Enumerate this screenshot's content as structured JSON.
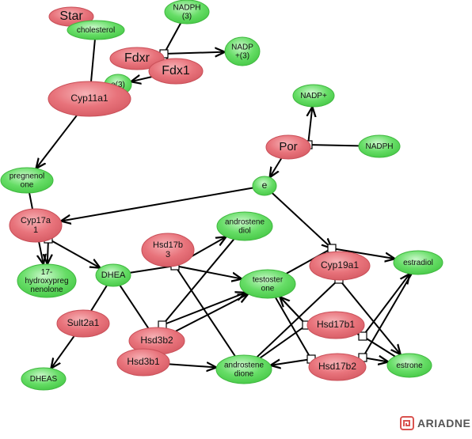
{
  "nodes": {
    "star": {
      "label": "Star",
      "kind": "protein"
    },
    "cholesterol": {
      "label": "cholesterol",
      "kind": "metabolite"
    },
    "nadph_3": {
      "label": "NADPH\n(3)",
      "kind": "metabolite"
    },
    "fdxr": {
      "label": "Fdxr",
      "kind": "protein"
    },
    "fdx1": {
      "label": "Fdx1",
      "kind": "protein"
    },
    "nadp_3": {
      "label": "NADP\n+(3)",
      "kind": "metabolite"
    },
    "e3": {
      "label": "e(3)",
      "kind": "metabolite"
    },
    "cyp11a1": {
      "label": "Cyp11a1",
      "kind": "protein"
    },
    "nadp_plus": {
      "label": "NADP+",
      "kind": "metabolite"
    },
    "por": {
      "label": "Por",
      "kind": "protein"
    },
    "nadph": {
      "label": "NADPH",
      "kind": "metabolite"
    },
    "e": {
      "label": "e",
      "kind": "metabolite"
    },
    "pregnenolone": {
      "label": "pregnenol\none",
      "kind": "metabolite"
    },
    "cyp17a1": {
      "label": "Cyp17a\n1",
      "kind": "protein"
    },
    "hydroxypregnenolone": {
      "label": "17-\nhydroxypreg\nnenolone",
      "kind": "metabolite"
    },
    "dhea": {
      "label": "DHEA",
      "kind": "metabolite"
    },
    "hsd17b3": {
      "label": "Hsd17b\n3",
      "kind": "protein"
    },
    "androstenediol": {
      "label": "androstene\ndiol",
      "kind": "metabolite"
    },
    "testosterone": {
      "label": "testoster\none",
      "kind": "metabolite"
    },
    "cyp19a1": {
      "label": "Cyp19a1",
      "kind": "protein"
    },
    "estradiol": {
      "label": "estradiol",
      "kind": "metabolite"
    },
    "sult2a1": {
      "label": "Sult2a1",
      "kind": "protein"
    },
    "hsd3b2": {
      "label": "Hsd3b2",
      "kind": "protein"
    },
    "hsd3b1": {
      "label": "Hsd3b1",
      "kind": "protein"
    },
    "dheas": {
      "label": "DHEAS",
      "kind": "metabolite"
    },
    "androstenedione": {
      "label": "androstene\ndione",
      "kind": "metabolite"
    },
    "hsd17b1": {
      "label": "Hsd17b1",
      "kind": "protein"
    },
    "hsd17b2": {
      "label": "Hsd17b2",
      "kind": "protein"
    },
    "estrone": {
      "label": "estrone",
      "kind": "metabolite"
    }
  },
  "colors": {
    "protein_fill": "#e8737b",
    "protein_stroke": "#c94f58",
    "metabolite_fill": "#66dd66",
    "metabolite_stroke": "#3fb83f",
    "edge": "#000000",
    "brand_text": "#555555",
    "brand_logo": "#d9534f"
  },
  "brand": {
    "name": "ARIADNE",
    "icon": "ariadne-logo-icon"
  }
}
